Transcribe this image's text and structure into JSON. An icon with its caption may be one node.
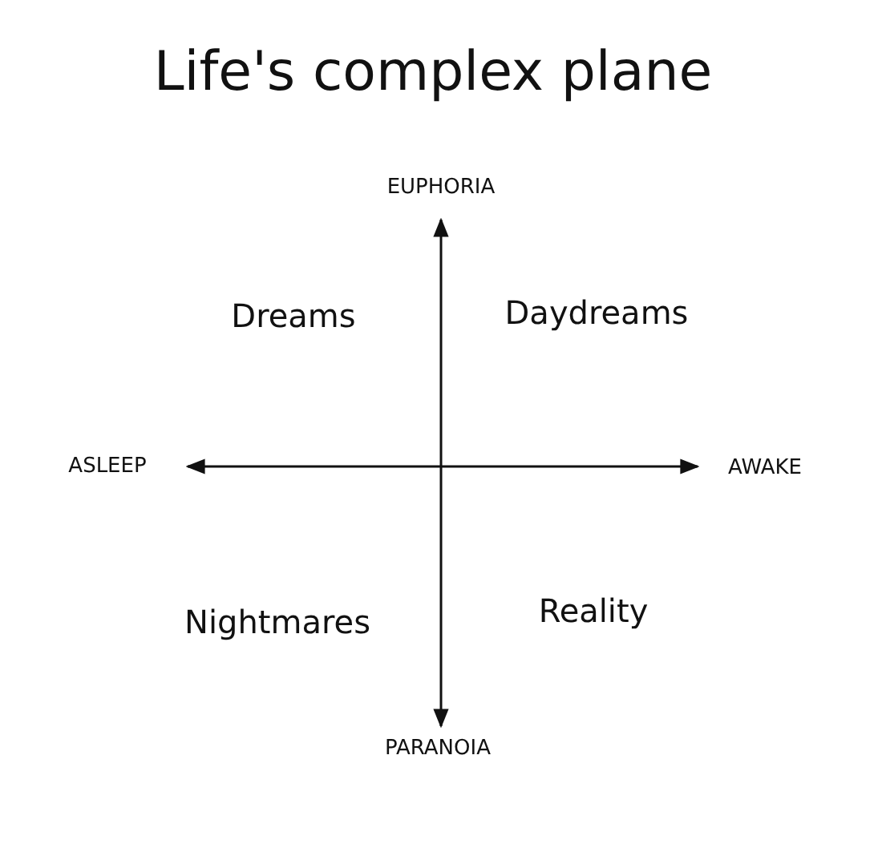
{
  "diagram": {
    "title": "Life's complex plane",
    "labels": [
      "EUPHORIA",
      "Dreams",
      "Daydreams",
      "ASLEEP",
      "AWAKE",
      "Nightmares",
      "Reality",
      "PARANOIA"
    ]
  }
}
